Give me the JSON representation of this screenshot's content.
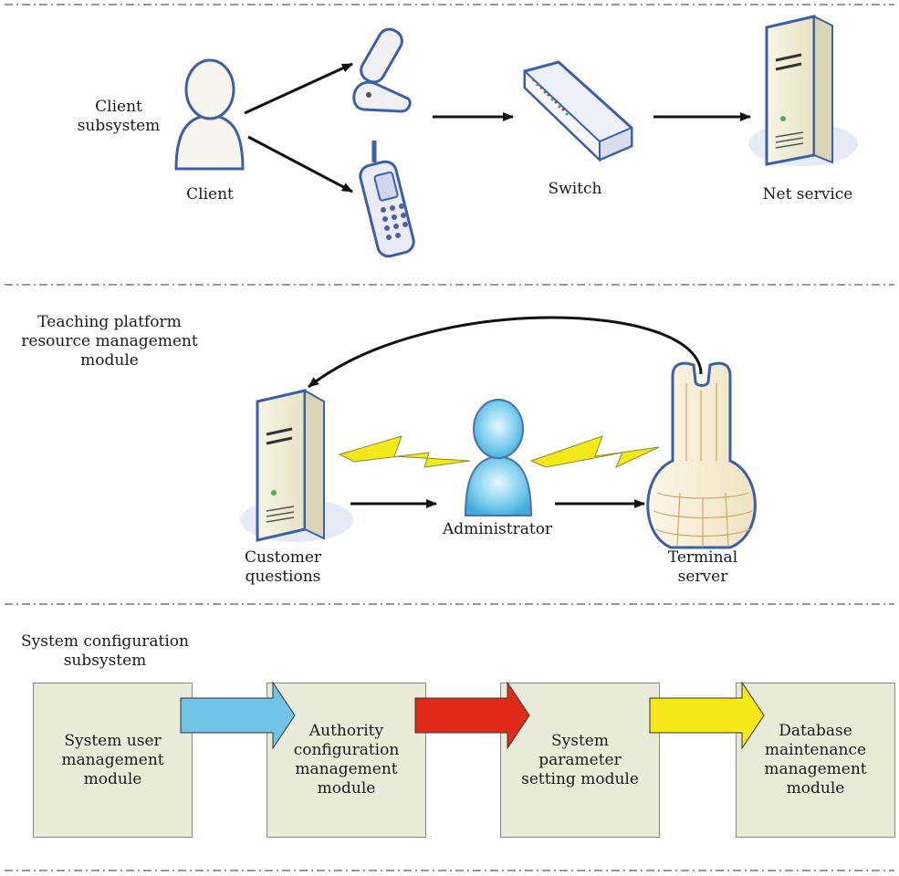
{
  "section1": {
    "heading": "Client\nsubsystem",
    "client_label": "Client",
    "switch_label": "Switch",
    "net_service_label": "Net service"
  },
  "section2": {
    "heading": "Teaching platform\nresource management\nmodule",
    "customer_label": "Customer\nquestions",
    "admin_label": "Administrator",
    "terminal_label": "Terminal\nserver"
  },
  "section3": {
    "heading": "System configuration\nsubsystem",
    "modules": [
      "System user\nmanagement\nmodule",
      "Authority\nconfiguration\nmanagement\nmodule",
      "System\nparameter\nsetting module",
      "Database\nmaintenance\nmanagement\nmodule"
    ],
    "arrow_colors": [
      "#6ec3e6",
      "#e02a1a",
      "#f7e81a"
    ]
  }
}
